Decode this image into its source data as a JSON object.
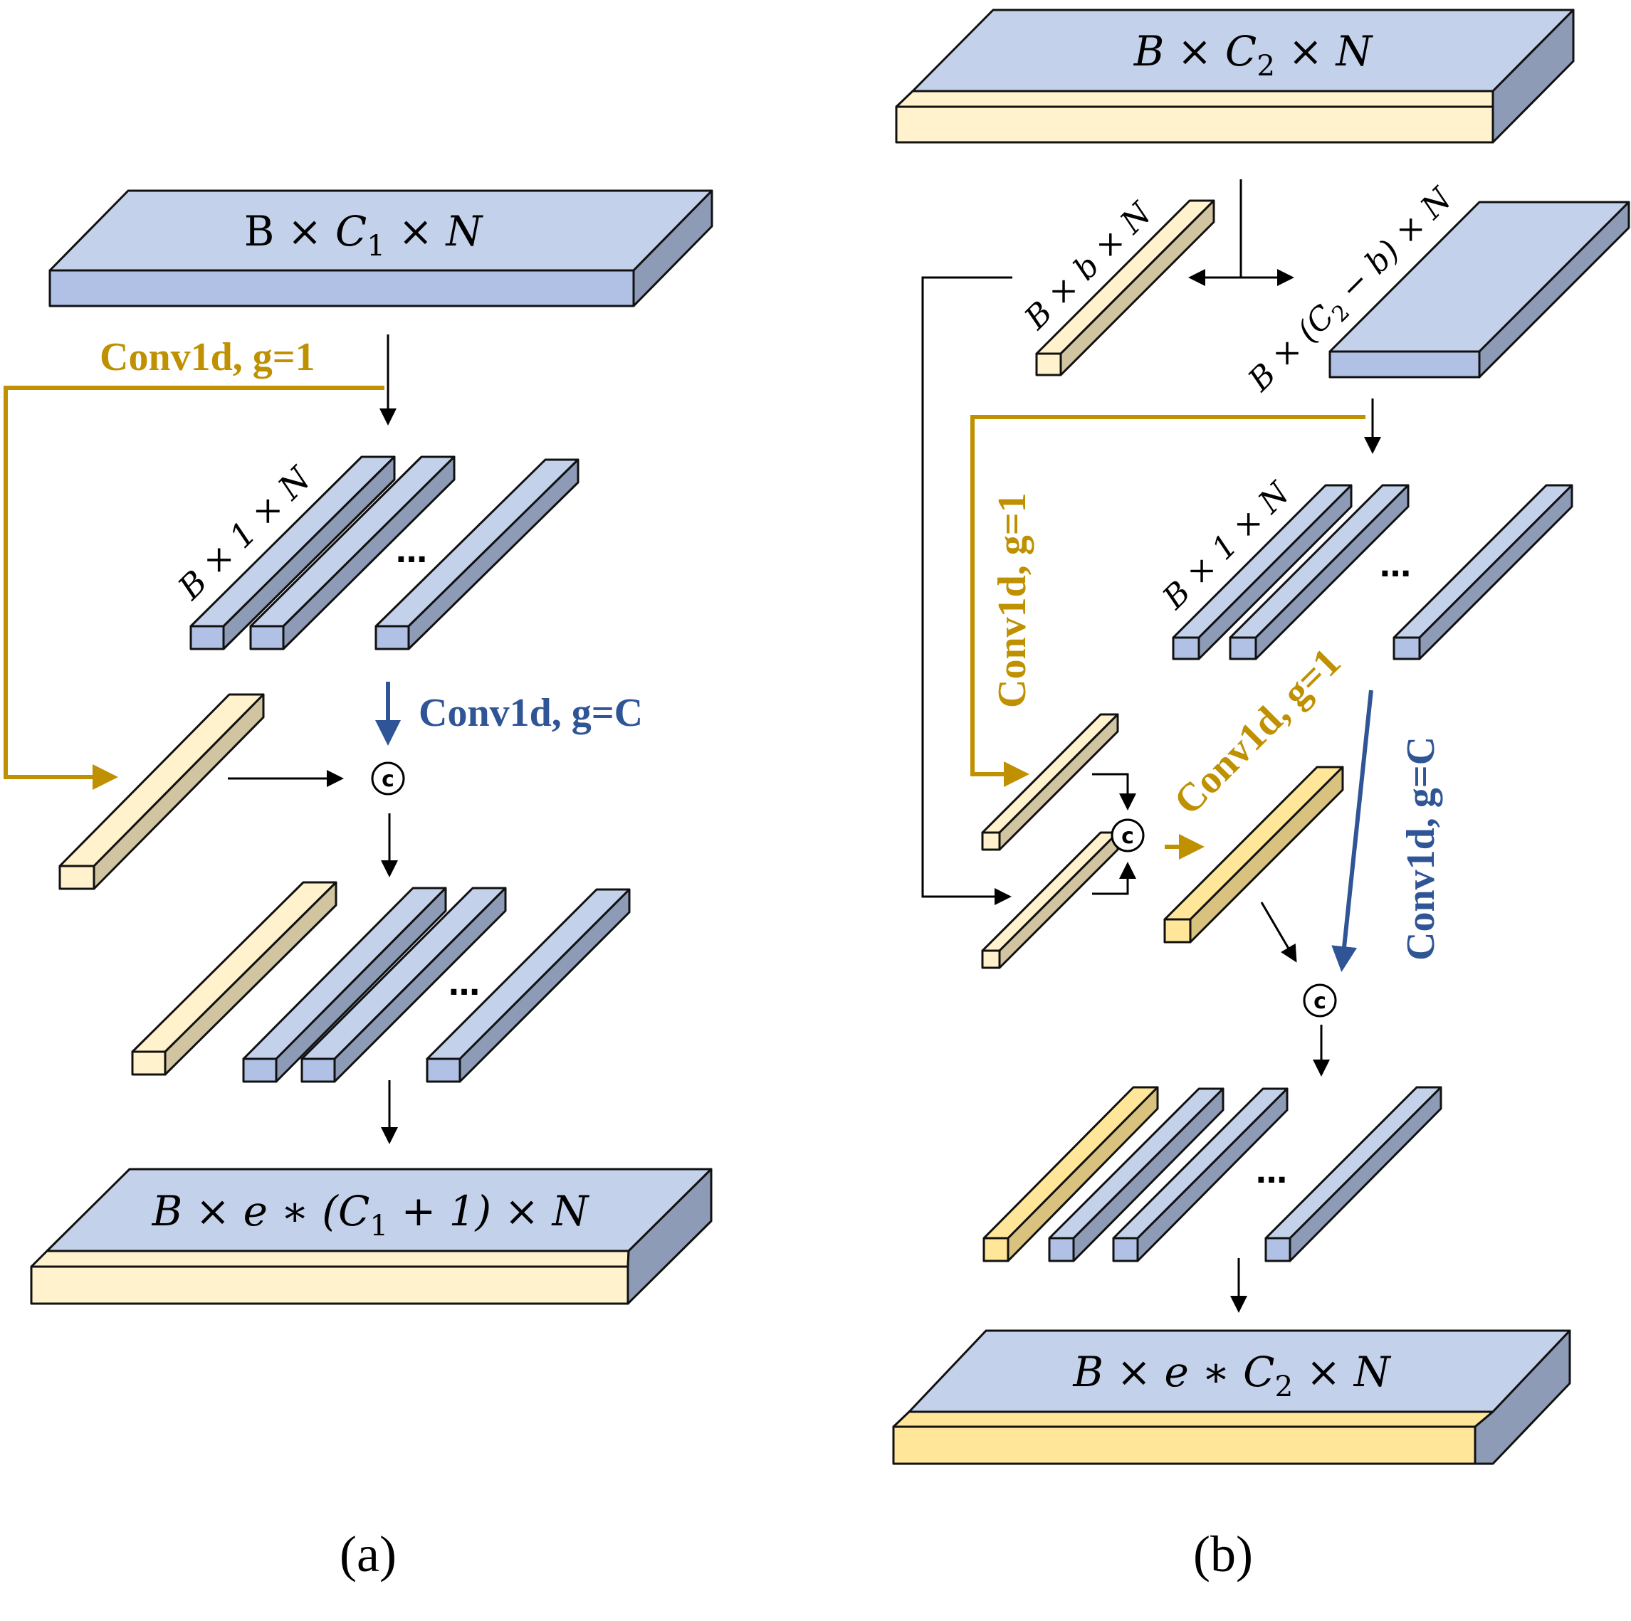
{
  "panel_a": {
    "input_label": {
      "pre": "B × ",
      "sym": "C",
      "sub": "1",
      "post": " × N"
    },
    "conv_g1": "Conv1d, g=1",
    "slice_label": "B × 1 × N",
    "conv_gc": "Conv1d, g=C",
    "ellipsis_1": "…",
    "ellipsis_2": "…",
    "concat": "c",
    "output_label": {
      "pre": "B × e ∗ (",
      "sym": "C",
      "sub": "1",
      "post": " + 1) × N"
    },
    "caption": "(a)"
  },
  "panel_b": {
    "input_label": {
      "pre": "B × ",
      "sym": "C",
      "sub": "2",
      "post": " × N"
    },
    "split_small_label": "B × b × N",
    "split_large_label": {
      "pre": "B × (",
      "sym": "C",
      "sub": "2",
      "post": " − b) × N"
    },
    "conv_g1_vertical": "Conv1d, g=1",
    "slice_label": "B × 1 × N",
    "ellipsis_1": "…",
    "ellipsis_2": "…",
    "conv_g1_diag": "Conv1d, g=1",
    "conv_gc_vertical": "Conv1d, g=C",
    "concat_1": "c",
    "concat_2": "c",
    "output_label": {
      "pre": "B × e ∗ ",
      "sym": "C",
      "sub": "2",
      "post": " × N"
    },
    "caption": "(b)"
  },
  "colors": {
    "blue_face": "#c3d1ea",
    "blue_side": "#8d9bb6",
    "blue_front": "#b0c1e5",
    "cream_face": "#fff2cc",
    "cream_side": "#d1c4a1",
    "yellow_face": "#ffe699",
    "yellow_side": "#d8c27d",
    "gold": "#bf9000",
    "conv_blue": "#2f5597",
    "arrow": "#000000"
  }
}
